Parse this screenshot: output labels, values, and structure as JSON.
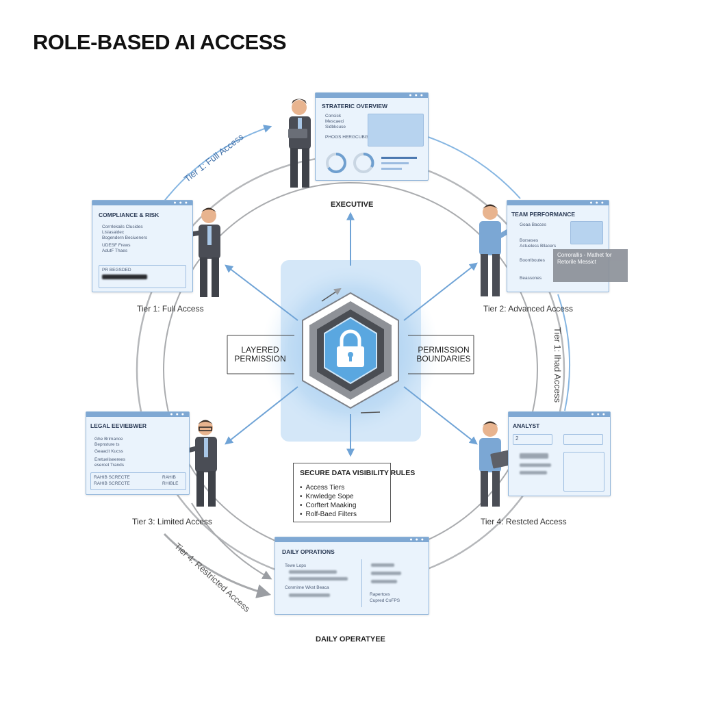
{
  "title": "ROLE-BASED AI ACCESS",
  "center": {
    "left_label": "LAYERED\nPERMISSION",
    "right_label": "PERMISSION\nBOUNDARIES",
    "icon": "padlock-icon"
  },
  "rules": {
    "title": "SECURE DATA VISIBILITY RULES",
    "items": [
      "Access Tiers",
      "Knwledge Sope",
      "Corftert Maaking",
      "Rolf-Baed Filters"
    ]
  },
  "roles": {
    "executive": "EXECUTIVE",
    "daily": "DAILY OPERATYEE"
  },
  "tiers": {
    "t1_full": "Tier 1: Full Access",
    "t2_adv": "Tier 2: Advanced Access",
    "t3_lim": "Tier 3: Limited Access",
    "t4_res": "Tier 4: Restcted Access",
    "arc_top": "Tier 1: Full Access",
    "arc_right": "Tier 1: Ihad Access",
    "arc_bottom": "Tier 4: Restricted Access"
  },
  "panels": {
    "executive": {
      "title": "STRATERIC OVERVIEW",
      "lines": [
        "Consick",
        "Mescaeci",
        "Sidbkcuse",
        "PHOGS HERGCUBGS"
      ]
    },
    "compliance": {
      "title": "COMPLIANCE & RISK",
      "lines": [
        "Corrrlekails Clusides",
        "Lisiasaidec",
        "Bogendern Beciueners",
        "UDESF Frews",
        "AdutF Thaes"
      ],
      "footer": "PR BEGSDED"
    },
    "team": {
      "title": "TEAM PERFORMANCE",
      "lines": [
        "Goaa Bacces",
        "Borseses",
        "Actueless Bllacers",
        "Boorriboutes",
        "Beassones"
      ]
    },
    "legal": {
      "title": "LEGAL EEVIEBWER",
      "lines": [
        "Ghe Brimance",
        "Bepnsture ts",
        "Geaacit Kucss",
        "Eretueliseerees",
        "esercet Trands"
      ],
      "footer_a": "RAHIB SCRECTE",
      "footer_b": "RAHIB SCRECTE",
      "footer_c": "RAHIB",
      "footer_d": "RHIBLE"
    },
    "analyst": {
      "title": "ANALYST",
      "num": "2"
    },
    "daily": {
      "title": "DAILY OPRATIONS",
      "lines": [
        "Tewe Lops",
        "Conmirne Wkst Beaca"
      ],
      "right_lines": [
        "Rapertces",
        "Cupred CoFPS"
      ]
    }
  },
  "tooltip": "Corrorallis - Mathet for Retorile Messict",
  "colors": {
    "accent": "#7fa8d3",
    "ring": "#a6a8ab",
    "lock": "#5aa7e0"
  }
}
